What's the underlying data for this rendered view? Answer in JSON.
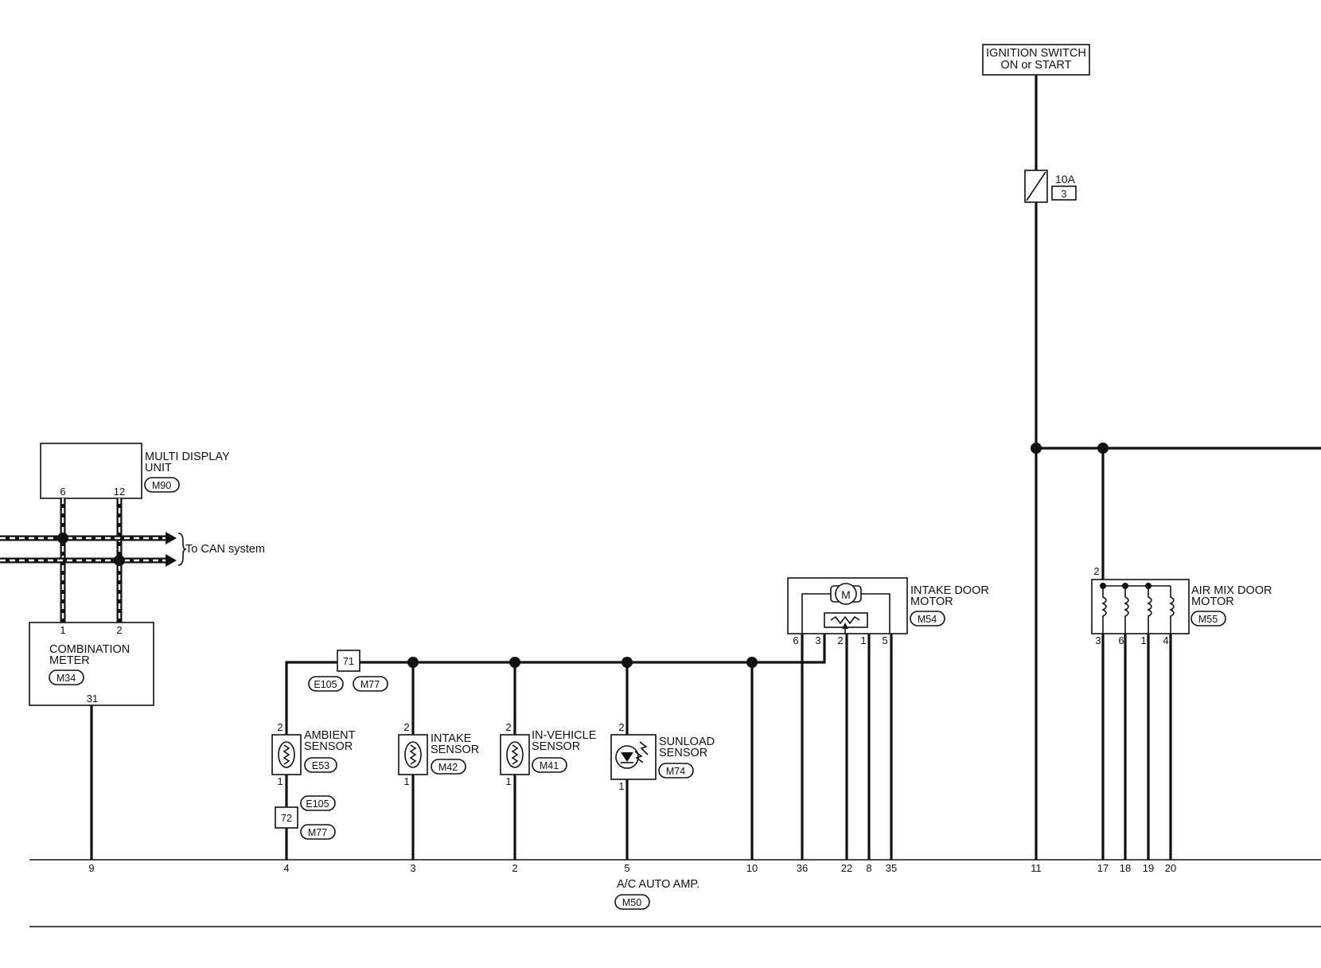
{
  "ignition": {
    "line1": "IGNITION SWITCH",
    "line2": "ON or START"
  },
  "fuse": {
    "rating": "10A",
    "number": "3"
  },
  "multi_display": {
    "line1": "MULTI DISPLAY",
    "line2": "UNIT",
    "connector": "M90",
    "pin_a": "6",
    "pin_b": "12"
  },
  "can": {
    "label": "To CAN system"
  },
  "combination_meter": {
    "line1": "COMBINATION",
    "line2": "METER",
    "connector": "M34",
    "pin_top_a": "1",
    "pin_top_b": "2",
    "pin_bottom": "31"
  },
  "junction_71": {
    "number": "71",
    "conn_a": "E105",
    "conn_b": "M77"
  },
  "junction_72": {
    "number": "72",
    "conn_a": "E105",
    "conn_b": "M77"
  },
  "ambient": {
    "line1": "AMBIENT",
    "line2": "SENSOR",
    "connector": "E53",
    "pin_top": "2",
    "pin_bottom": "1"
  },
  "intake_sensor": {
    "line1": "INTAKE",
    "line2": "SENSOR",
    "connector": "M42",
    "pin_top": "2",
    "pin_bottom": "1"
  },
  "in_vehicle": {
    "line1": "IN-VEHICLE",
    "line2": "SENSOR",
    "connector": "M41",
    "pin_top": "2",
    "pin_bottom": "1"
  },
  "sunload": {
    "line1": "SUNLOAD",
    "line2": "SENSOR",
    "connector": "M74",
    "pin_top": "2",
    "pin_bottom": "1"
  },
  "intake_motor": {
    "line1": "INTAKE DOOR",
    "line2": "MOTOR",
    "connector": "M54",
    "motor_symbol": "M",
    "pins": [
      "6",
      "3",
      "2",
      "1",
      "5"
    ]
  },
  "air_mix_motor": {
    "line1": "AIR MIX DOOR",
    "line2": "MOTOR",
    "connector": "M55",
    "pin_top": "2",
    "pins": [
      "3",
      "6",
      "1",
      "4"
    ]
  },
  "amp": {
    "line1": "A/C AUTO AMP.",
    "connector": "M50",
    "pins": [
      "9",
      "4",
      "3",
      "2",
      "5",
      "10",
      "36",
      "22",
      "8",
      "35",
      "11",
      "17",
      "18",
      "19",
      "20"
    ]
  }
}
